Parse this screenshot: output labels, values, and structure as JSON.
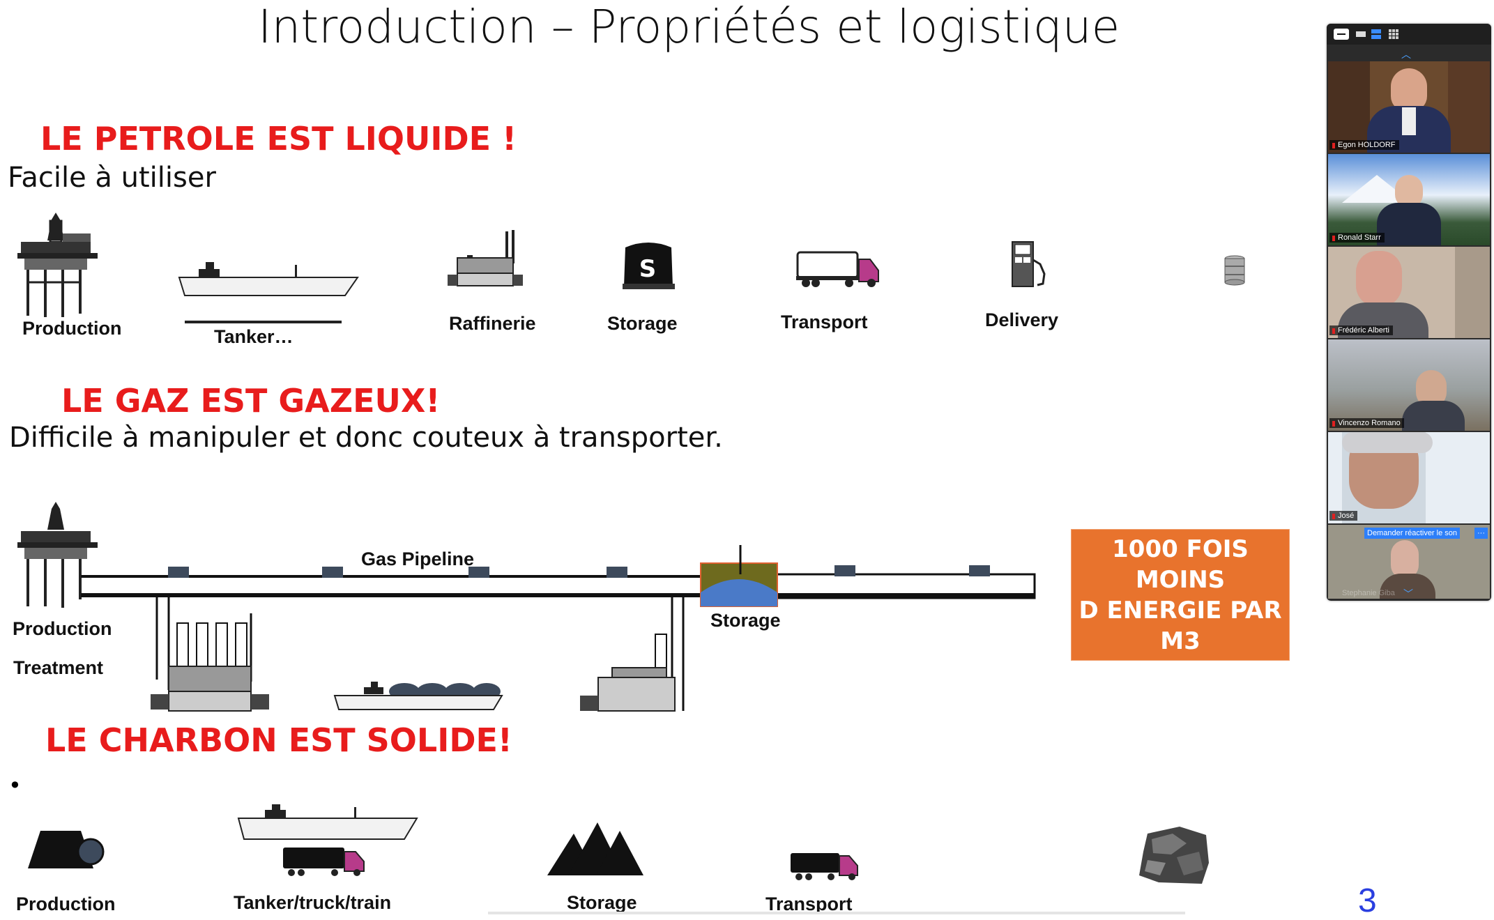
{
  "slide": {
    "title": "Introduction – Propriétés et logistique",
    "petrole": {
      "heading": "LE PETROLE EST LIQUIDE !",
      "subtitle": "Facile à utiliser",
      "labels": [
        "Production",
        "Tanker…",
        "Raffinerie",
        "Storage",
        "Transport",
        "Delivery"
      ]
    },
    "gaz": {
      "heading": "LE GAZ EST GAZEUX!",
      "subtitle": "Difficile à manipuler et donc couteux à transporter.",
      "pipeline_label": "Gas Pipeline",
      "production_label": "Production",
      "treatment_label": "Treatment",
      "storage_label": "Storage"
    },
    "callout": [
      "1000 FOIS MOINS",
      "D ENERGIE PAR",
      "M3"
    ],
    "charbon": {
      "heading": "LE CHARBON EST SOLIDE!",
      "bullet": "•",
      "labels": [
        "Production",
        "Tanker/truck/train",
        "Storage",
        "Transport"
      ]
    },
    "page_number": "3"
  },
  "video_panel": {
    "participants": [
      {
        "name": "Egon HOLDORF"
      },
      {
        "name": "Ronald Starr"
      },
      {
        "name": "Frédéric Alberti"
      },
      {
        "name": "Vincenzo Romano"
      },
      {
        "name": "José"
      },
      {
        "name": "Stephanie Giba"
      }
    ],
    "unmute_request": "Demander réactiver le son",
    "more_label": "···"
  },
  "colors": {
    "heading_red": "#e81c1c",
    "callout_orange": "#e8732d",
    "page_number_blue": "#2a3fe0",
    "panel_dark": "#2b2b2b"
  }
}
